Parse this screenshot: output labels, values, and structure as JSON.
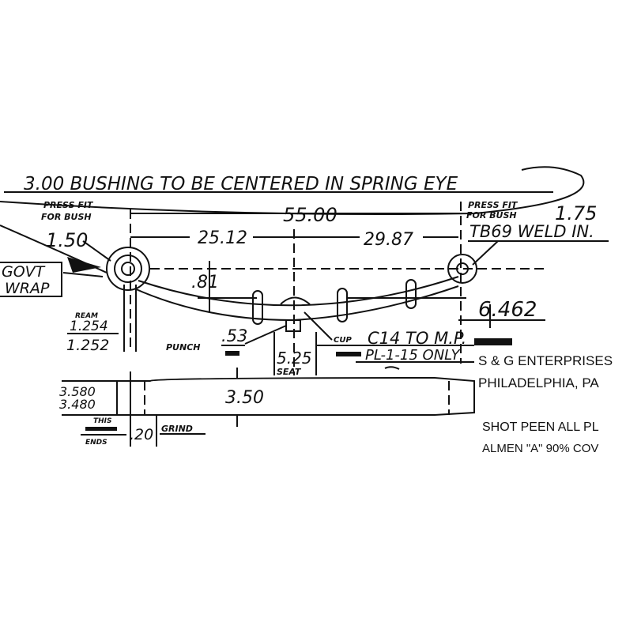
{
  "drawing": {
    "title_note": "3.00 BUSHING TO BE CENTERED IN SPRING EYE",
    "left_press_fit": [
      "PRESS FIT",
      "FOR BUSH"
    ],
    "right_press_fit": [
      "PRESS FIT",
      "FOR BUSH"
    ],
    "right_eye_dim": "1.75",
    "right_weld_note": "TB69 WELD IN.",
    "left_eye_dim": "1.50",
    "overall_length": "55.00",
    "left_length": "25.12",
    "right_length": "29.87",
    "govt_wrap": [
      "GOVT",
      "WRAP"
    ],
    "camber_dim": ".81",
    "height_dim": "6.462",
    "ream_label": "REAM",
    "ream_max": "1.254",
    "ream_min": "1.252",
    "punch_label": "PUNCH",
    "punch_dim": ".53",
    "seat_dim": "5.25",
    "seat_label": "SEAT",
    "cup_label": "CUP",
    "cup_note": "C14 TO M.P.",
    "pl_note": "PL-1-15 ONLY",
    "width_max": "3.580",
    "width_min": "3.480",
    "width_nominal": "3.50",
    "ends_label_top": "THIS",
    "ends_label_bottom": "ENDS",
    "grind_dim": ".20",
    "grind_label": "GRIND"
  },
  "company": {
    "name": "S & G ENTERPRISES",
    "city": "PHILADELPHIA, PA"
  },
  "notes": {
    "line1": "SHOT  PEEN  ALL PL",
    "line2": "ALMEN \"A\"  90% COV"
  }
}
